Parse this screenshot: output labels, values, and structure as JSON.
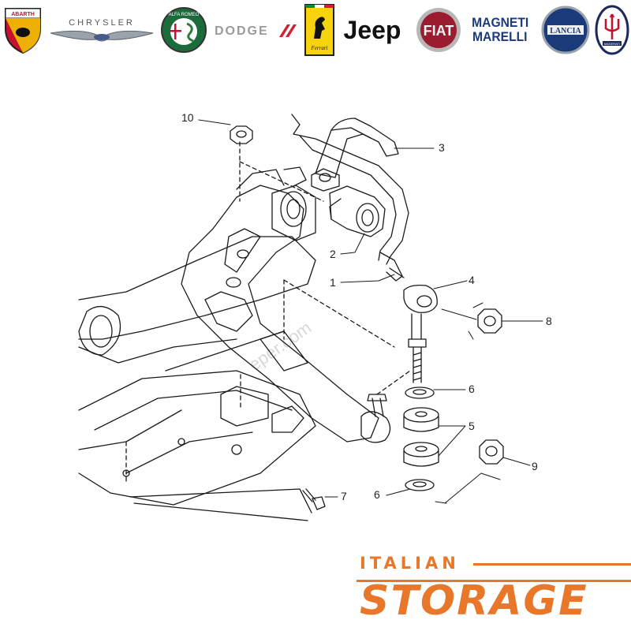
{
  "brands": [
    {
      "id": "abarth",
      "label": "ABARTH"
    },
    {
      "id": "chrysler",
      "label": "CHRYSLER"
    },
    {
      "id": "alfa-romeo",
      "label": "ALFA ROMEO"
    },
    {
      "id": "dodge",
      "label": "DODGE"
    },
    {
      "id": "ferrari",
      "label": "Ferrari"
    },
    {
      "id": "jeep",
      "label": "Jeep"
    },
    {
      "id": "fiat",
      "label": "FIAT"
    },
    {
      "id": "magneti-marelli",
      "label_line1": "MAGNETI",
      "label_line2": "MARELLI"
    },
    {
      "id": "lancia",
      "label": "LANCIA"
    },
    {
      "id": "maserati",
      "label": "MASERATI"
    }
  ],
  "diagram": {
    "callouts": [
      "1",
      "2",
      "3",
      "4",
      "5",
      "6",
      "6",
      "7",
      "8",
      "9",
      "10"
    ],
    "watermark": "eper.com"
  },
  "store_logo": {
    "top_word": "ITALIAN",
    "bottom_word": "STORAGE",
    "color": "#e8772a"
  }
}
